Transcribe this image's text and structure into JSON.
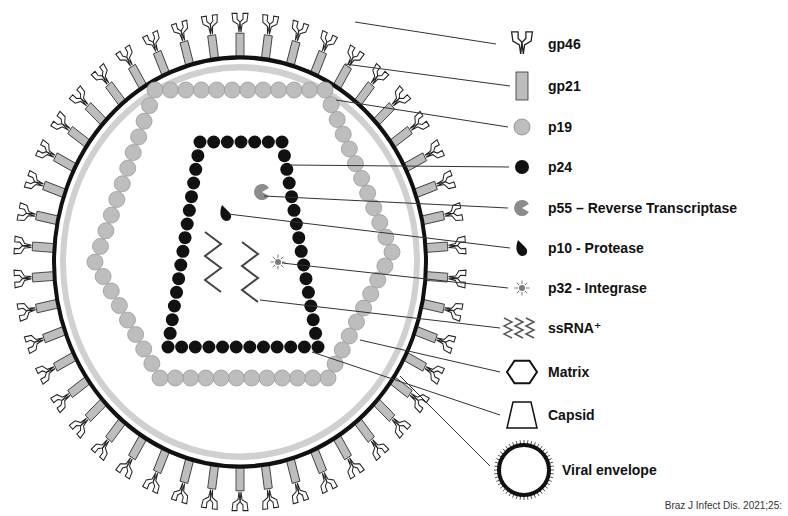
{
  "diagram": {
    "labels": [
      "gp46",
      "gp21",
      "p19",
      "p24",
      "p55 – Reverse Transcriptase",
      "p10 - Protease",
      "p32 - Integrase",
      "ssRNA⁺",
      "Matrix",
      "Capsid",
      "Viral envelope",
      "Braz J Infect Dis. 2021;25:"
    ]
  }
}
